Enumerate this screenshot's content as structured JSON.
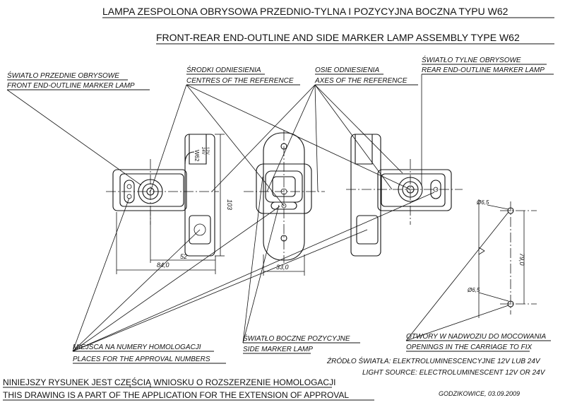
{
  "title": {
    "pl": "LAMPA  ZESPOLONA OBRYSOWA PRZEDNIO-TYLNA I POZYCYJNA BOCZNA TYPU W62",
    "en": "FRONT-REAR END-OUTLINE AND SIDE MARKER LAMP ASSEMBLY TYPE W62"
  },
  "labels": {
    "front_pl": "ŚWIATŁO PRZEDNIE OBRYSOWE",
    "front_en": "FRONT END-OUTLINE MARKER LAMP",
    "centres_pl": "ŚRODKI ODNIESIENIA",
    "centres_en": "CENTRES OF THE REFERENCE",
    "axes_pl": "OSIE ODNIESIENIA",
    "axes_en": "AXES OF THE REFERENCE",
    "rear_pl": "ŚWIATŁO TYLNE OBRYSOWE",
    "rear_en": "REAR END-OUTLINE MARKER LAMP",
    "side_pl": "ŚWIATŁO BOCZNE POZYCYJNE",
    "side_en": "SIDE MARKER LAMP",
    "places_pl": "MIEJSCA NA NUMERY HOMOLOGACJI",
    "places_en": "PLACES FOR THE APPROVAL NUMBERS",
    "openings_pl": "OTWORY W NADWOZIU DO MOCOWANIA",
    "openings_en": "OPENINGS IN THE CARRIAGE TO FIX",
    "source_pl": "ŹRÓDŁO ŚWIATŁA: ELEKTROLUMINESCENCYJNE 12V LUB 24V",
    "source_en": "LIGHT SOURCE: ELECTROLUMINESCENT 12V OR 24V"
  },
  "dimensions": {
    "d103": "103",
    "d52": "52",
    "d84": "84,0",
    "d33": "33,0",
    "d79": "79,0",
    "hole_top": "Ø6,5",
    "hole_bottom": "Ø6,5"
  },
  "markings": {
    "type": "W62",
    "v24": "24V",
    "v12": "12V"
  },
  "footer": {
    "note_pl": "NINIEJSZY RYSUNEK JEST CZĘŚCIĄ WNIOSKU O ROZSZERZENIE HOMOLOGACJI",
    "note_en": "THIS DRAWING IS A PART OF THE APPLICATION FOR THE EXTENSION OF APPROVAL",
    "place_date": "GODZIKOWICE, 03.09.2009"
  }
}
